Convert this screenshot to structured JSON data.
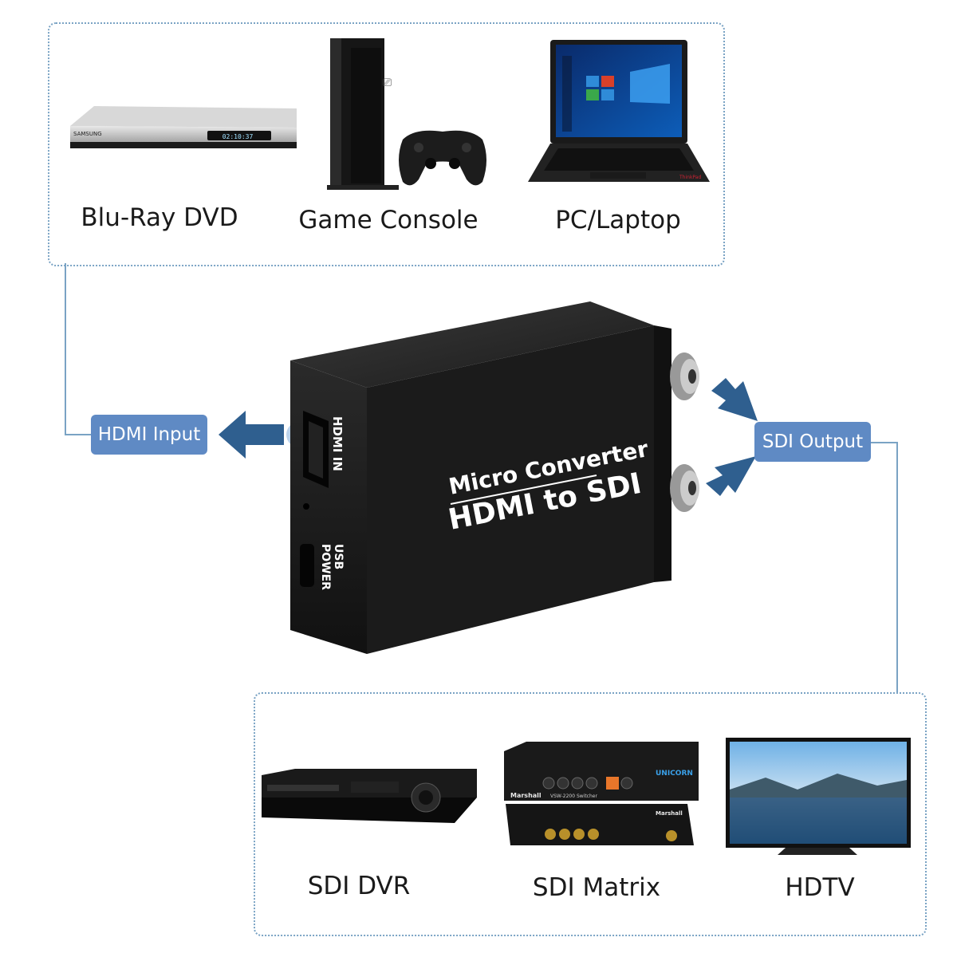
{
  "sources": {
    "bluray_label": "Blu-Ray DVD",
    "console_label": "Game Console",
    "laptop_label": "PC/Laptop"
  },
  "outputs": {
    "dvr_label": "SDI DVR",
    "matrix_label": "SDI Matrix",
    "hdtv_label": "HDTV"
  },
  "converter": {
    "title_line1": "Micro Converter",
    "title_line2": "HDMI to SDI",
    "port_hdmi": "HDMI IN",
    "port_usb_line1": "USB",
    "port_usb_line2": "POWER"
  },
  "callouts": {
    "input_label": "HDMI Input",
    "output_label": "SDI Output"
  },
  "device_text": {
    "bluray_brand": "SAMSUNG",
    "bluray_display": "02:10:37",
    "laptop_brand": "ThinkPad",
    "matrix_brand_top": "Marshall",
    "matrix_model": "VSW-2200 Switcher",
    "matrix_brand_right": "UNICORN",
    "matrix_brand_bottom": "Marshall"
  },
  "colors": {
    "accent": "#5f8ac4",
    "arrow": "#2f5f8f",
    "dotted_border": "#7aa3c4",
    "connector_line": "#7aa3c4"
  }
}
